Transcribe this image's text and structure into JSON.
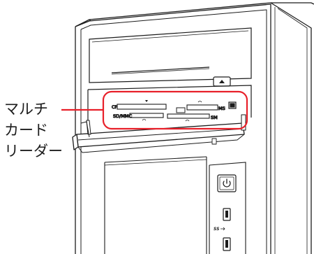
{
  "callout": {
    "lines": [
      "マルチ",
      "カード",
      "リーダー"
    ],
    "color": "#e8202a"
  },
  "card_reader": {
    "slot_labels": {
      "cf": "CF",
      "sd": "SD/MMC",
      "ms": "MS",
      "sm": "SM"
    }
  },
  "front_panel": {
    "power_icon": "power-icon",
    "usb_icon": "usb3-icon",
    "usb_label": "SS"
  }
}
